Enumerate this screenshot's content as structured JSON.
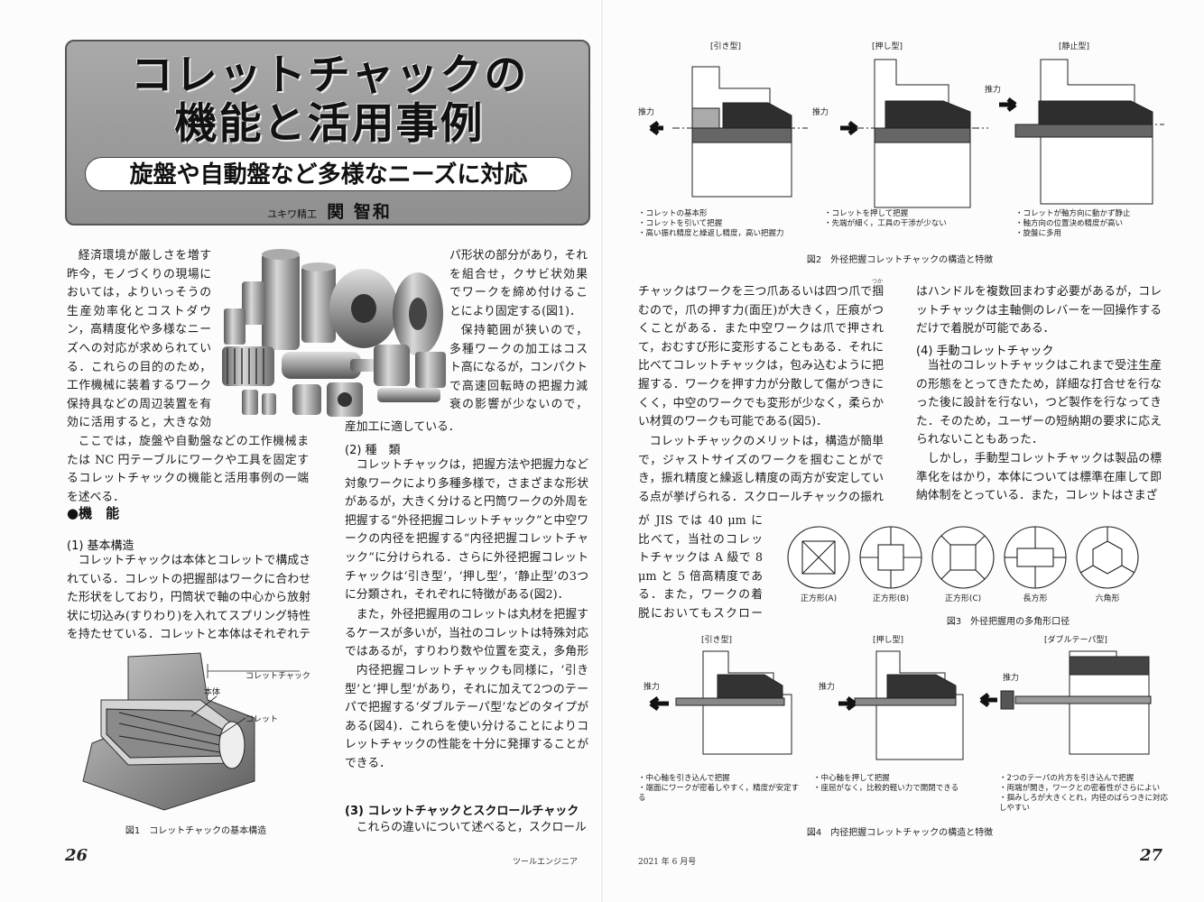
{
  "title": {
    "line1": "コレットチャックの",
    "line2": "機能と活用事例",
    "subtitle": "旋盤や自動盤など多様なニーズに対応",
    "company": "ユキワ精工",
    "author": "関 智和"
  },
  "left_col1": {
    "p1": "経済環境が厳しさを増す昨今，モノづくりの現場においては，よりいっそうの生産効率化とコストダウン，高精度化や多様なニーズへの対応が求められている．これらの目的のため，工作機械に装着するワーク保持具などの周辺装置を有効に活用すると，大きな効果が得られる．",
    "p2": "ここでは，旋盤や自動盤などの工作機械または NC 円テーブルにワークや工具を固定するコレットチャックの機能と活用事例の一端を述べる．",
    "section_functions": "●機　能",
    "sub_basic": "(1) 基本構造",
    "p3": "コレットチャックは本体とコレットで構成されている．コレットの把握部はワークに合わせた形状をしており，円筒状で軸の中心から放射状に切込み(すりわり)を入れてスプリング特性を持たせている．コレットと本体はそれぞれテー"
  },
  "left_col2": {
    "p1": "パ形状の部分があり，それを組合せ，クサビ状効果でワークを締め付けることにより固定する(図1)．",
    "p2": "保持範囲が狭いので，多種ワークの加工はコスト高になるが，コンパクトで高速回転時の把握力減衰の影響が少ないので，小物の量産加工に適している．",
    "sub_types": "(2) 種　類",
    "p3": "コレットチャックは，把握方法や把握力など対象ワークにより多種多様で，さまざまな形状があるが，大きく分けると円筒ワークの外周を把握する“外径把握コレットチャック”と中空ワークの内径を把握する“内径把握コレットチャック”に分けられる．さらに外径把握コレットチャックは‘引き型’，‘押し型’，‘静止型’の3つに分類され，それぞれに特徴がある(図2)．",
    "p4": "また，外径把握用のコレットは丸材を把握するケースが多いが，当社のコレットは特殊対応ではあるが，すりわり数や位置を変え，多角形の外径を把握することができる(図3)．",
    "p5": "内径把握コレットチャックも同様に，‘引き型’と‘押し型’があり，それに加えて2つのテーパで把握する‘ダブルテーパ型’などのタイプがある(図4)．これらを使い分けることによりコレットチャックの性能を十分に発揮することができる．",
    "sub_scroll": "(3) コレットチャックとスクロールチャック",
    "p6": "これらの違いについて述べると，スクロール"
  },
  "fig1": {
    "caption": "図1　コレットチャックの基本構造",
    "label_chuck": "コレットチャック",
    "label_body": "本体",
    "label_collet": "コレット"
  },
  "fig2": {
    "types": [
      "[引き型]",
      "[押し型]",
      "[静止型]"
    ],
    "force": "推力",
    "notes": [
      [
        "コレットの基本形",
        "コレットを引いて把握",
        "高い振れ精度と繰返し精度，高い把握力"
      ],
      [
        "コレットを押して把握",
        "先端が細く，工具の干渉が少ない"
      ],
      [
        "コレットが軸方向に動かず静止",
        "軸方向の位置決め精度が高い",
        "旋盤に多用"
      ]
    ],
    "caption": "図2　外径把握コレットチャックの構造と特徴"
  },
  "right_col1": {
    "ruby": "つか",
    "p1": "チャックはワークを三つ爪あるいは四つ爪で掴むので，爪の押す力(面圧)が大きく，圧痕がつくことがある．また中空ワークは爪で押されて，おむすび形に変形することもある．それに比べてコレットチャックは，包み込むように把握する．ワークを押す力が分散して傷がつきにくく，中空のワークでも変形が少なく，柔らかい材質のワークも可能である(図5)．",
    "p2": "コレットチャックのメリットは，構造が簡単で，ジャストサイズのワークを掴むことができ，振れ精度と繰返し精度の両方が安定している点が挙げられる．スクロールチャックの振れ精度が JIS では 40 μm に比べて，当社のコレットチャックは A 級で 8 μm と 5 倍高精度である．また，ワークの着脱においてもスクロールチャック"
  },
  "right_col2": {
    "p1": "はハンドルを複数回まわす必要があるが，コレットチャックは主軸側のレバーを一回操作するだけで着脱が可能である．",
    "sub_manual": "(4) 手動コレットチャック",
    "p2": "当社のコレットチャックはこれまで受注生産の形態をとってきたため，詳細な打合せを行なった後に設計を行ない，つど製作を行なってきた．そのため，ユーザーの短納期の要求に応えられないこともあった．",
    "p3": "しかし，手動型コレットチャックは製品の標準化をはかり，本体については標準在庫して即納体制をとっている．また，コレットはさまざ"
  },
  "fig3": {
    "labels": [
      "正方形(A)",
      "正方形(B)",
      "正方形(C)",
      "長方形",
      "六角形"
    ],
    "caption": "図3　外径把握用の多角形口径"
  },
  "fig4": {
    "types": [
      "[引き型]",
      "[押し型]",
      "[ダブルテーパ型]"
    ],
    "force": "推力",
    "notes": [
      [
        "中心軸を引き込んで把握",
        "端面にワークが密着しやすく，精度が安定する"
      ],
      [
        "中心軸を押して把握",
        "座屈がなく，比較的軽い力で開閉できる"
      ],
      [
        "2つのテーパの片方を引き込んで把握",
        "両端が開き，ワークとの密着性がさらによい",
        "掴みしろが大きくとれ，内径のばらつきに対応しやすい"
      ]
    ],
    "caption": "図4　内径把握コレットチャックの構造と特徴"
  },
  "footer": {
    "page_left": "26",
    "page_right": "27",
    "magazine": "ツールエンジニア",
    "issue": "2021 年 6 月号"
  }
}
